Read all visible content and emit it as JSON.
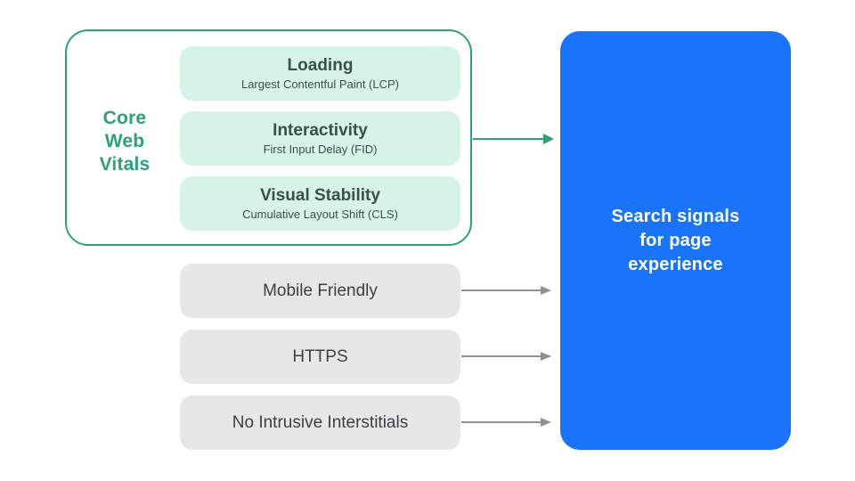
{
  "colors": {
    "green": "#2CA274",
    "green-light": "#D5F4E5",
    "green-text": "#37514B",
    "gray-box": "#E7E7E8",
    "gray-text": "#3C4043",
    "gray-arrow": "#8D9196",
    "blue": "#1974FA",
    "white-text": "#FFFFFF"
  },
  "core_web_vitals": {
    "label": "Core\nWeb\nVitals",
    "items": [
      {
        "title": "Loading",
        "subtitle": "Largest Contentful Paint (LCP)"
      },
      {
        "title": "Interactivity",
        "subtitle": "First Input Delay (FID)"
      },
      {
        "title": "Visual Stability",
        "subtitle": "Cumulative Layout Shift (CLS)"
      }
    ]
  },
  "other_signals": [
    {
      "label": "Mobile Friendly"
    },
    {
      "label": "HTTPS"
    },
    {
      "label": "No Intrusive Interstitials"
    }
  ],
  "result_box": {
    "label": "Search signals\nfor page\nexperience"
  }
}
